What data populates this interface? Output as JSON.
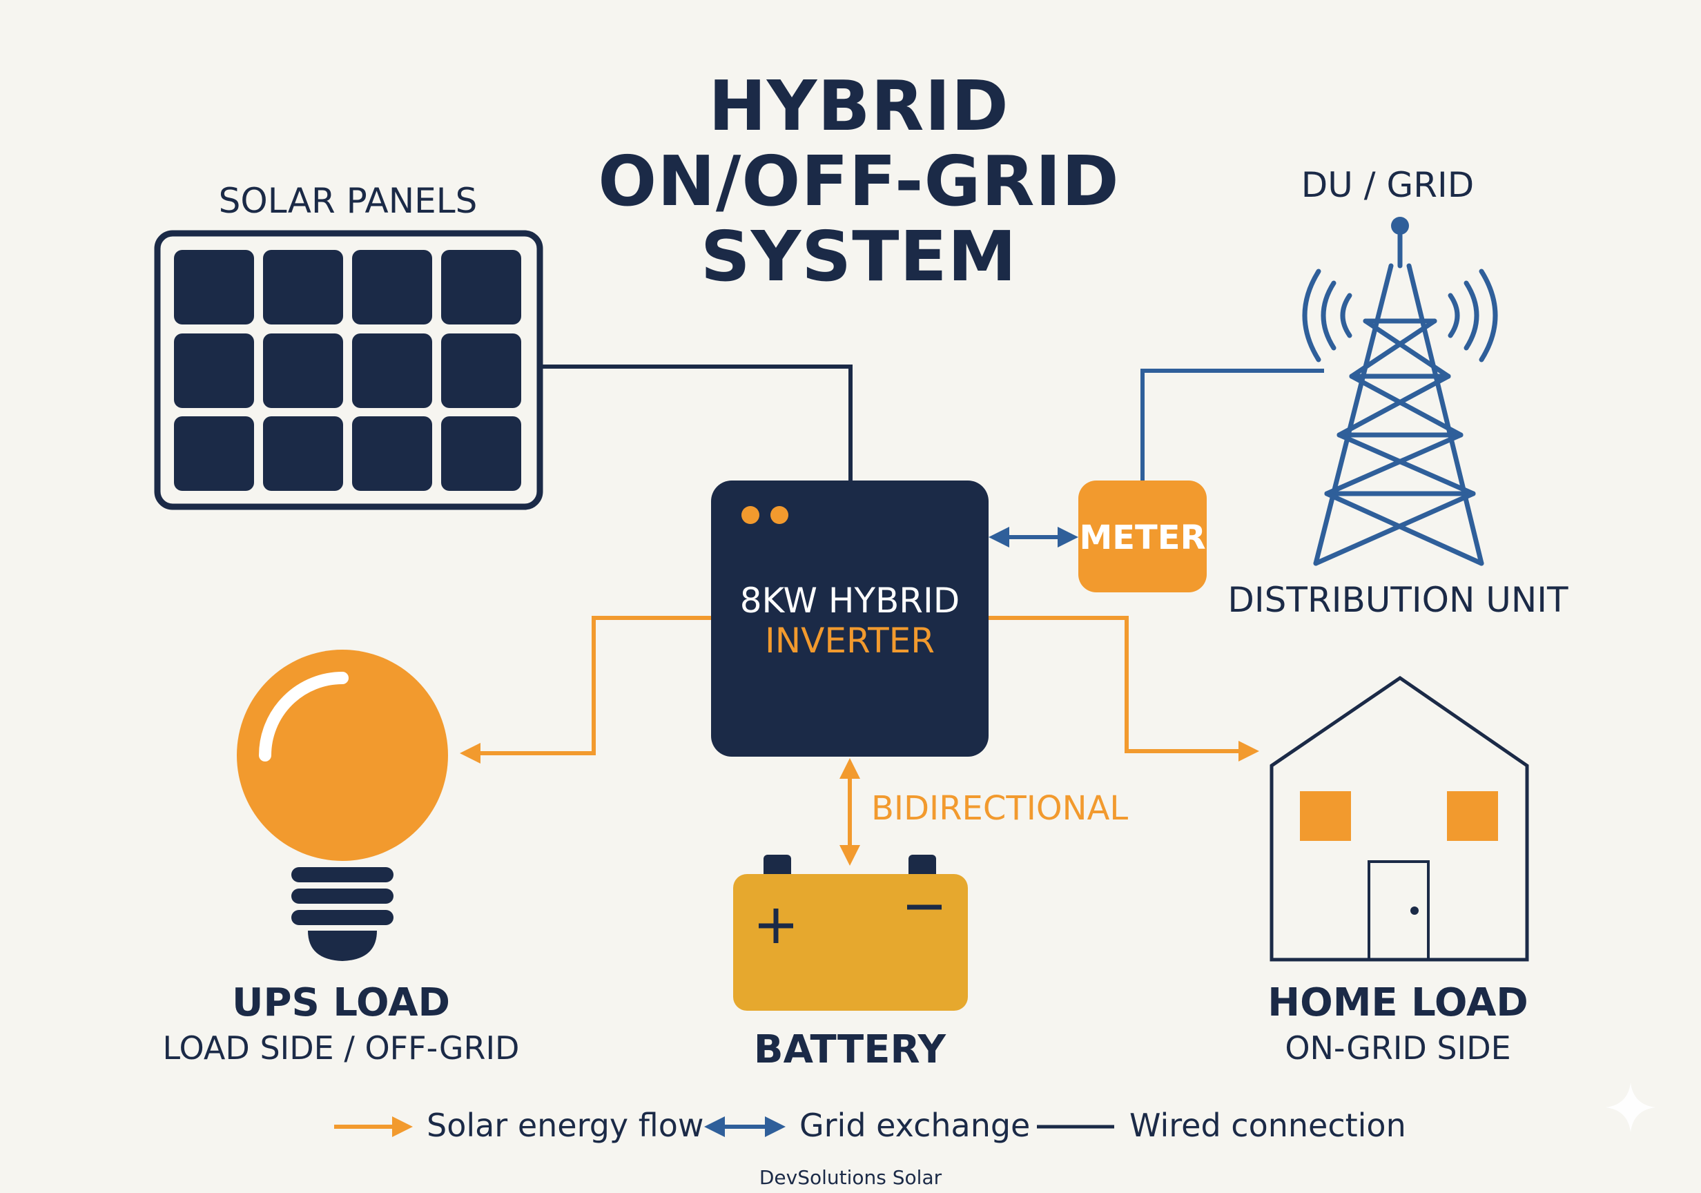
{
  "title": {
    "lines": [
      "HYBRID",
      "ON/OFF-GRID",
      "SYSTEM"
    ]
  },
  "solar_panels": {
    "label": "SOLAR PANELS"
  },
  "grid": {
    "top_label": "DU / GRID",
    "bottom_label": "DISTRIBUTION UNIT"
  },
  "inverter": {
    "line1": "8KW HYBRID",
    "line2": "INVERTER"
  },
  "meter": {
    "label": "METER"
  },
  "battery_link": {
    "label": "BIDIRECTIONAL"
  },
  "ups_load": {
    "title": "UPS LOAD",
    "subtitle": "LOAD SIDE / OFF-GRID"
  },
  "battery": {
    "title": "BATTERY"
  },
  "home_load": {
    "title": "HOME LOAD",
    "subtitle": "ON-GRID SIDE"
  },
  "legend": [
    {
      "label": "Solar energy flow"
    },
    {
      "label": "Grid exchange"
    },
    {
      "label": "Wired connection"
    }
  ],
  "footer": "DevSolutions Solar",
  "colors": {
    "navy": "#1b2a47",
    "orange": "#f29a2e",
    "blue": "#2f5f9a",
    "battery_yellow": "#e6a82e",
    "background": "#f6f5f0"
  },
  "icons": [
    "solar-panel-icon",
    "transmission-tower-icon",
    "light-bulb-icon",
    "battery-icon",
    "house-icon",
    "sparkle-icon"
  ]
}
